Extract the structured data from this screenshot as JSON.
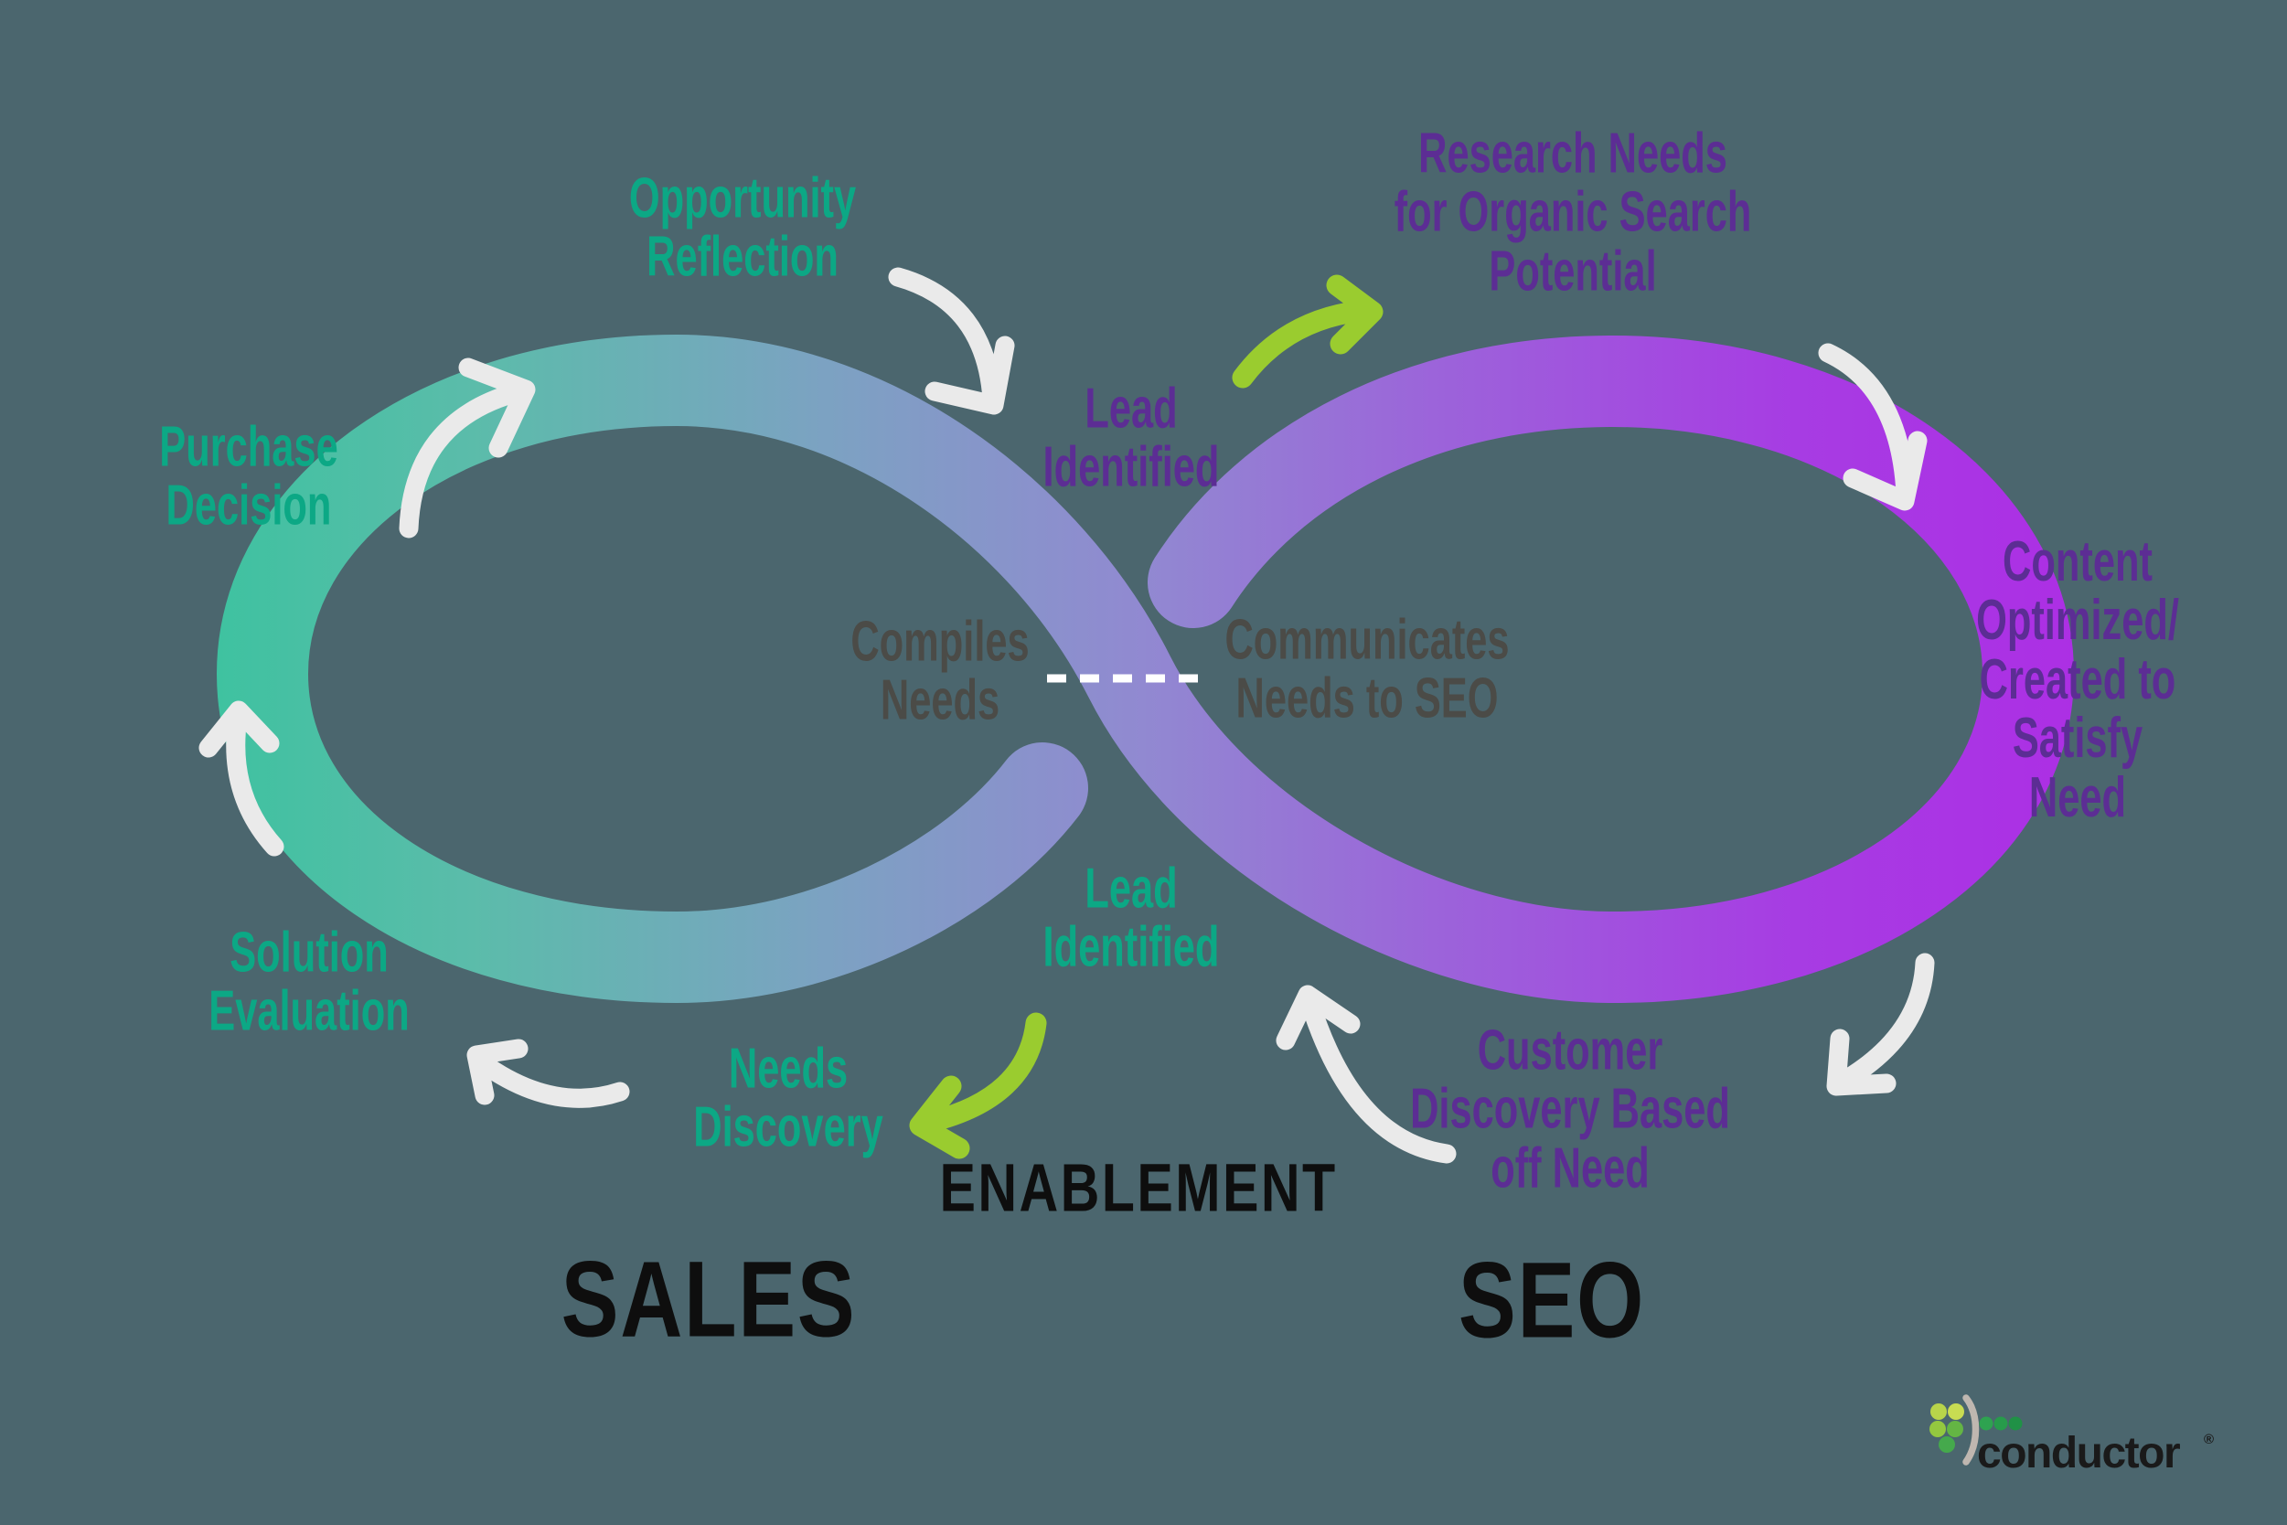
{
  "background_color": "#4B666E",
  "colors": {
    "teal_text": "#0CA885",
    "purple_text": "#5C2D94",
    "gray_text": "#4B4B47",
    "black_text": "#0E0E0E",
    "loop_teal_start": "#3EC2A0",
    "loop_steel_blue": "#7CA2C2",
    "loop_lavender": "#9189D1",
    "loop_purple_end": "#AC2FE4",
    "white_arrow": "#EAEAEA",
    "green_arrow": "#9ACC2F",
    "dashed_divider": "#FFFFFF",
    "logo_green_light": "#C3DA43",
    "logo_green_dark": "#209146"
  },
  "labels": {
    "opportunity_reflection": "Opportunity\nReflection",
    "purchase_decision": "Purchase\nDecision",
    "solution_evaluation": "Solution\nEvaluation",
    "needs_discovery": "Needs\nDiscovery",
    "lead_identified_sales": "Lead\nIdentified",
    "lead_identified_seo": "Lead\nIdentified",
    "compiles_needs": "Compiles\nNeeds",
    "communicates_needs": "Communicates\nNeeds to SEO",
    "research_needs": "Research Needs\nfor Organic Search\nPotential",
    "content_optimized": "Content\nOptimized/\nCreated to\nSatisfy Need",
    "customer_discovery": "Customer\nDiscovery Based\noff Need",
    "enablement": "ENABLEMENT",
    "sales": "SALES",
    "seo": "SEO"
  },
  "logo": {
    "wordmark": "conductor",
    "registered": "®"
  }
}
